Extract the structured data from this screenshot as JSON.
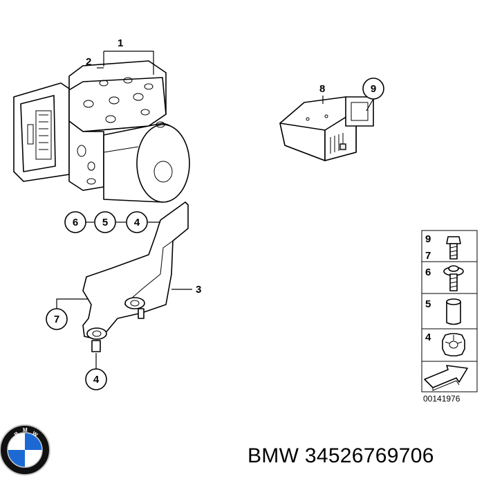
{
  "callouts": {
    "c1": "1",
    "c2": "2",
    "c3": "3",
    "c4a": "4",
    "c4b": "4",
    "c5": "5",
    "c6": "6",
    "c7": "7",
    "c8": "8",
    "c9": "9"
  },
  "legend": {
    "rows": [
      {
        "label_a": "9",
        "label_b": "7",
        "icon": "bolt-icon"
      },
      {
        "label_a": "6",
        "icon": "flange-bolt-icon"
      },
      {
        "label_a": "5",
        "icon": "sleeve-icon"
      },
      {
        "label_a": "4",
        "icon": "grommet-icon"
      },
      {
        "icon": "arrow-icon"
      }
    ]
  },
  "drawing_number": "00141976",
  "caption": "BMW 34526769706",
  "logo": {
    "brand": "BMW",
    "colors": {
      "blue": "#1c69d4",
      "ring": "#111111",
      "silver": "#c8c8c8"
    }
  }
}
